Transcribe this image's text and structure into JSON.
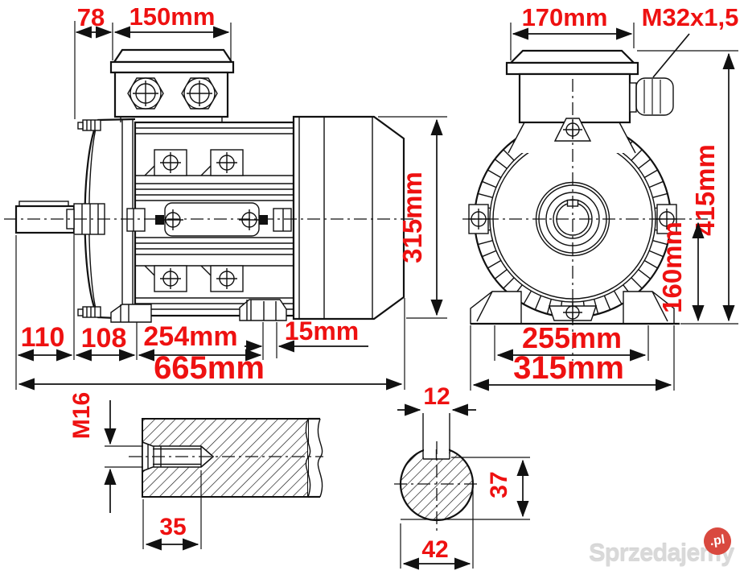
{
  "drawing": {
    "type": "technical dimension drawing",
    "subject": "three-phase electric motor, side view, front view and shaft details"
  },
  "colors": {
    "dimension_red": "#ee1111",
    "line_black": "#111111",
    "watermark_text": "#d9d9d9",
    "watermark_badge_red": "#d9493f"
  },
  "dimensions": {
    "side_top_offset": "78",
    "side_box_width": "150mm",
    "side_height": "315mm",
    "side_shaft_length": "110",
    "side_flange": "108",
    "side_foot_span": "254mm",
    "side_foot_pad": "15mm",
    "side_total_length": "665mm",
    "front_box_width": "170mm",
    "front_gland_thread": "M32x1,5",
    "front_total_height": "415mm",
    "front_axis_height": "160mm",
    "front_foot_holes": "255mm",
    "front_foot_width": "315mm",
    "shaft_thread": "M16",
    "shaft_thread_depth": "35",
    "key_width": "12",
    "shaft_flat_height": "37",
    "shaft_diameter": "42"
  },
  "watermark": {
    "name": "Sprzedajemy",
    "suffix": ".pl"
  }
}
